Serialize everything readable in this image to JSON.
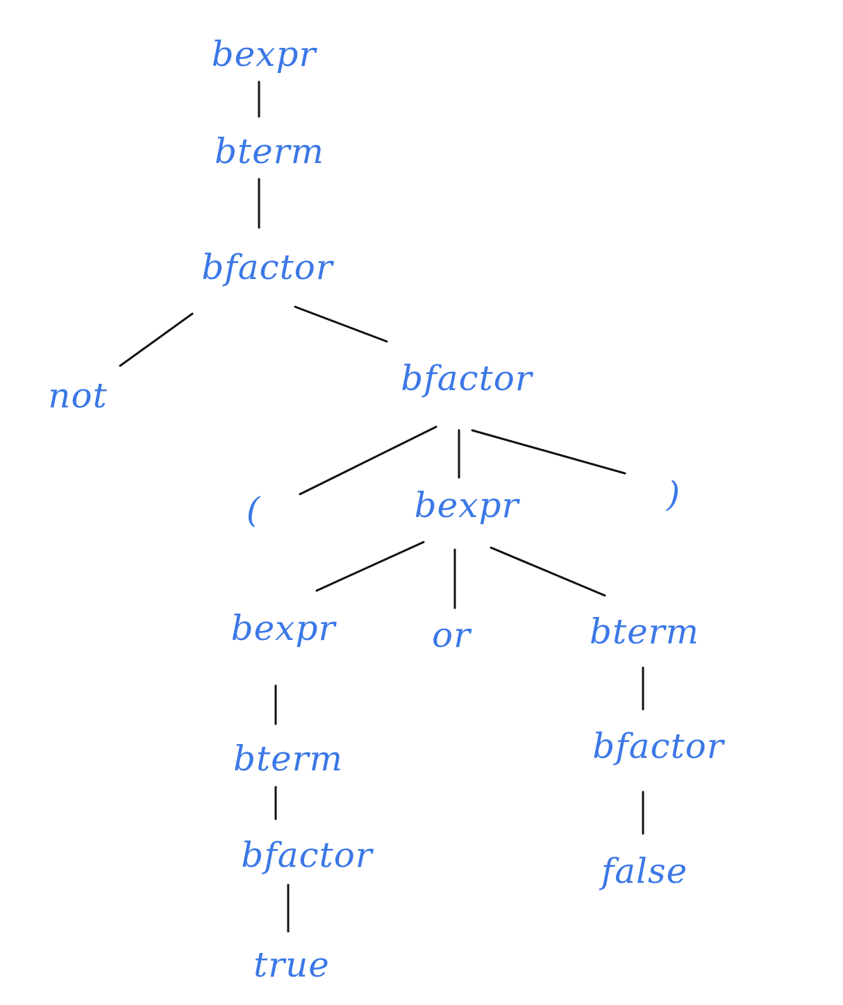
{
  "colors": {
    "node_text": "#3b78e7",
    "edge": "#111111",
    "background": "#ffffff"
  },
  "tree": {
    "nodes": [
      {
        "id": "n1",
        "label": "bexpr"
      },
      {
        "id": "n2",
        "label": "bterm"
      },
      {
        "id": "n3",
        "label": "bfactor"
      },
      {
        "id": "n4",
        "label": "not"
      },
      {
        "id": "n5",
        "label": "bfactor"
      },
      {
        "id": "n6",
        "label": "("
      },
      {
        "id": "n7",
        "label": "bexpr"
      },
      {
        "id": "n8",
        "label": ")"
      },
      {
        "id": "n9",
        "label": "bexpr"
      },
      {
        "id": "n10",
        "label": "or"
      },
      {
        "id": "n11",
        "label": "bterm"
      },
      {
        "id": "n12",
        "label": "bterm"
      },
      {
        "id": "n13",
        "label": "bfactor"
      },
      {
        "id": "n14",
        "label": "bfactor"
      },
      {
        "id": "n15",
        "label": "false"
      },
      {
        "id": "n16",
        "label": "true"
      }
    ],
    "edges": [
      {
        "from": "n1",
        "to": "n2"
      },
      {
        "from": "n2",
        "to": "n3"
      },
      {
        "from": "n3",
        "to": "n4"
      },
      {
        "from": "n3",
        "to": "n5"
      },
      {
        "from": "n5",
        "to": "n6"
      },
      {
        "from": "n5",
        "to": "n7"
      },
      {
        "from": "n5",
        "to": "n8"
      },
      {
        "from": "n7",
        "to": "n9"
      },
      {
        "from": "n7",
        "to": "n10"
      },
      {
        "from": "n7",
        "to": "n11"
      },
      {
        "from": "n9",
        "to": "n12"
      },
      {
        "from": "n12",
        "to": "n13"
      },
      {
        "from": "n13",
        "to": "n16"
      },
      {
        "from": "n11",
        "to": "n14"
      },
      {
        "from": "n14",
        "to": "n15"
      }
    ]
  }
}
